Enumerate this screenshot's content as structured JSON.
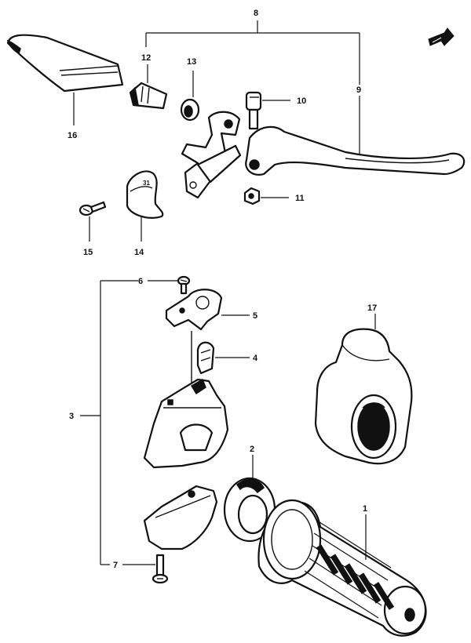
{
  "callouts": {
    "c1": "1",
    "c2": "2",
    "c3": "3",
    "c4": "4",
    "c5": "5",
    "c6": "6",
    "c7": "7",
    "c8": "8",
    "c9": "9",
    "c10": "10",
    "c11": "11",
    "c12": "12",
    "c13": "13",
    "c14": "14",
    "c15": "15",
    "c16": "16",
    "c17": "17"
  },
  "icons": {
    "corner": "fwd-arrow-icon"
  },
  "colors": {
    "ink": "#111111",
    "paper": "#ffffff"
  }
}
